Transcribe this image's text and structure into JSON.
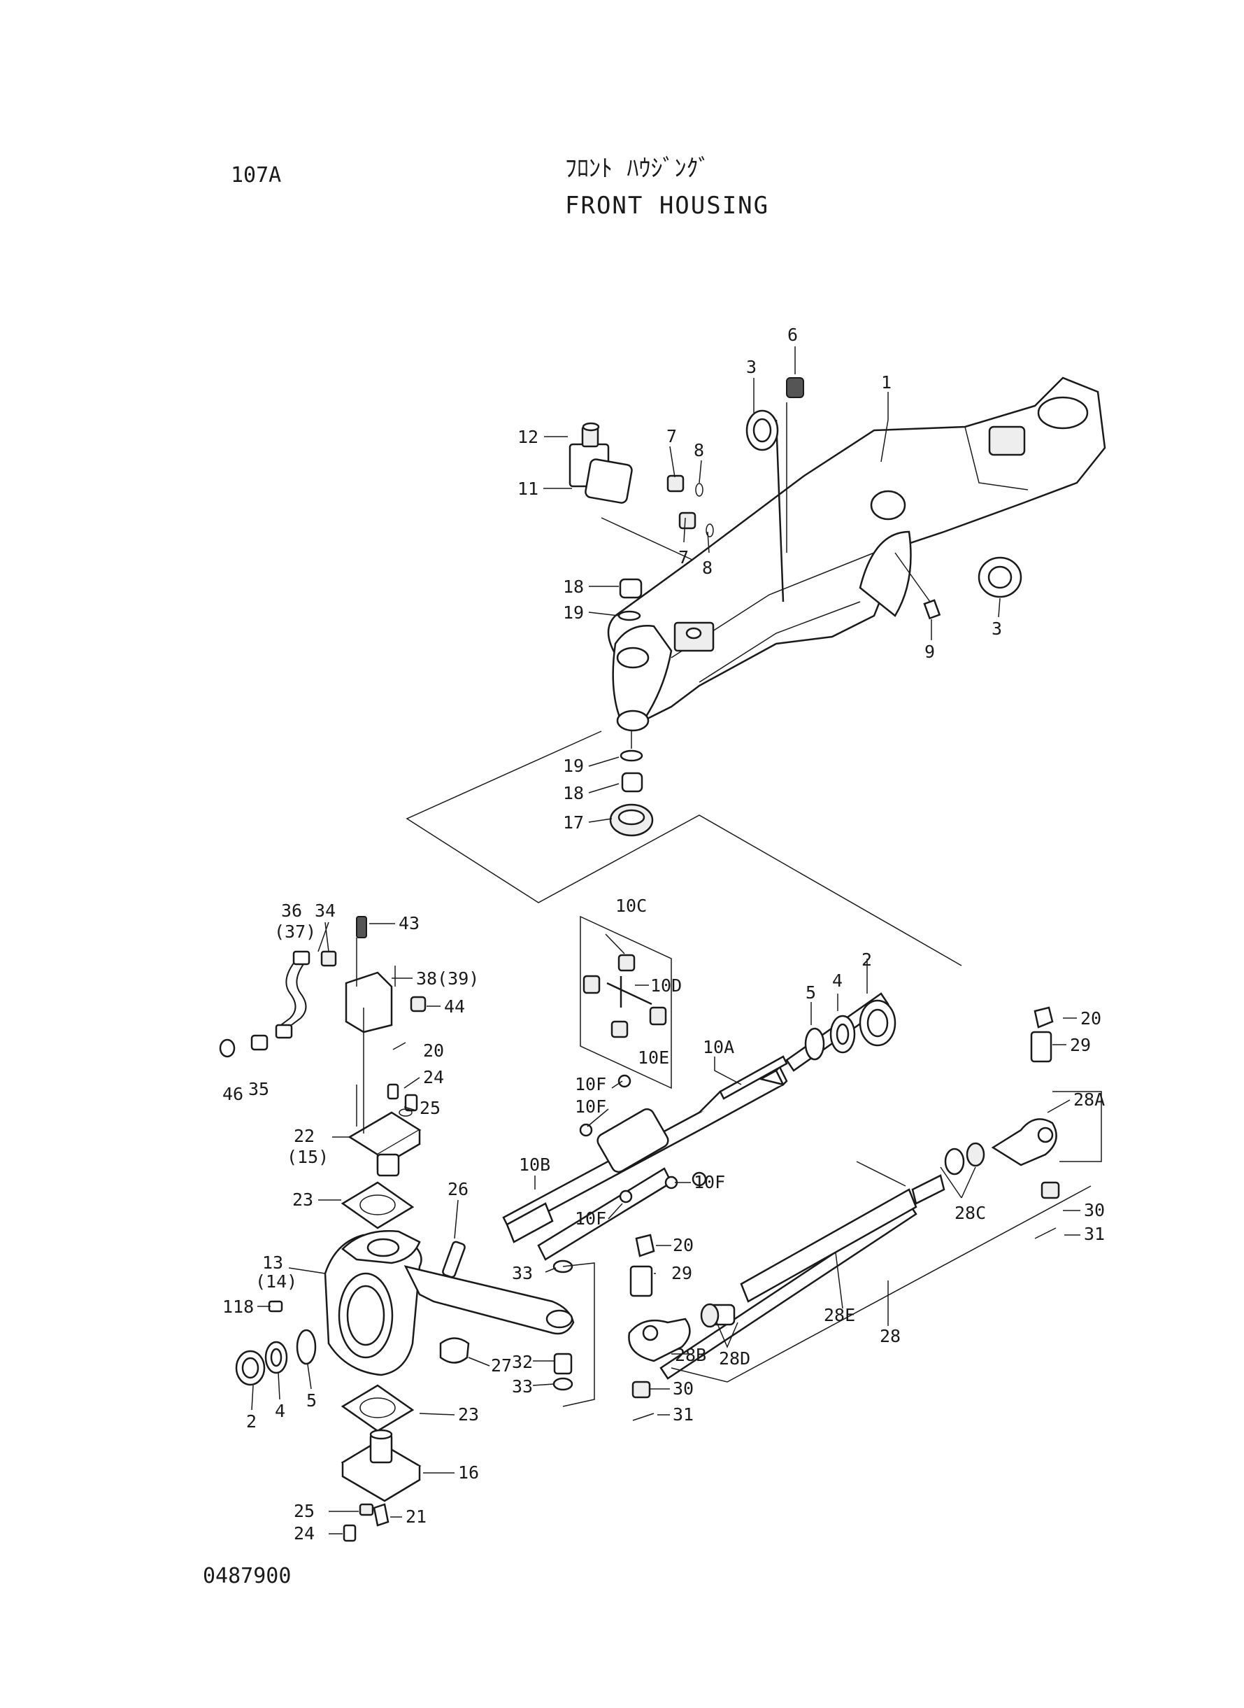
{
  "header": {
    "page_code": "107A",
    "title_jp": "ﾌﾛﾝﾄ ﾊｳｼﾞﾝｸﾞ",
    "title_en": "FRONT HOUSING"
  },
  "footer": {
    "drawing_number": "0487900"
  },
  "callouts": [
    {
      "id": "c6",
      "text": "6"
    },
    {
      "id": "c3a",
      "text": "3"
    },
    {
      "id": "c1",
      "text": "1"
    },
    {
      "id": "c12",
      "text": "12"
    },
    {
      "id": "c7a",
      "text": "7"
    },
    {
      "id": "c8a",
      "text": "8"
    },
    {
      "id": "c11",
      "text": "11"
    },
    {
      "id": "c7b",
      "text": "7"
    },
    {
      "id": "c8b",
      "text": "8"
    },
    {
      "id": "c18a",
      "text": "18"
    },
    {
      "id": "c19a",
      "text": "19"
    },
    {
      "id": "c9",
      "text": "9"
    },
    {
      "id": "c3b",
      "text": "3"
    },
    {
      "id": "c19b",
      "text": "19"
    },
    {
      "id": "c18b",
      "text": "18"
    },
    {
      "id": "c17",
      "text": "17"
    },
    {
      "id": "c36",
      "text": "36"
    },
    {
      "id": "c37",
      "text": "(37)"
    },
    {
      "id": "c34",
      "text": "34"
    },
    {
      "id": "c43",
      "text": "43"
    },
    {
      "id": "c10c",
      "text": "10C"
    },
    {
      "id": "c38",
      "text": "38(39)"
    },
    {
      "id": "c10d",
      "text": "10D"
    },
    {
      "id": "c44",
      "text": "44"
    },
    {
      "id": "c5a",
      "text": "5"
    },
    {
      "id": "c4a",
      "text": "4"
    },
    {
      "id": "c2a",
      "text": "2"
    },
    {
      "id": "c20a",
      "text": "20"
    },
    {
      "id": "c20b",
      "text": "20"
    },
    {
      "id": "c10e",
      "text": "10E"
    },
    {
      "id": "c10a",
      "text": "10A"
    },
    {
      "id": "c29a",
      "text": "29"
    },
    {
      "id": "c46",
      "text": "46"
    },
    {
      "id": "c35",
      "text": "35"
    },
    {
      "id": "c24a",
      "text": "24"
    },
    {
      "id": "c10fa",
      "text": "10F"
    },
    {
      "id": "c25a",
      "text": "25"
    },
    {
      "id": "c10fb",
      "text": "10F"
    },
    {
      "id": "c28a",
      "text": "28A"
    },
    {
      "id": "c22",
      "text": "22"
    },
    {
      "id": "c15",
      "text": "(15)"
    },
    {
      "id": "c10b",
      "text": "10B"
    },
    {
      "id": "c10fc",
      "text": "10F"
    },
    {
      "id": "c26",
      "text": "26"
    },
    {
      "id": "c23a",
      "text": "23"
    },
    {
      "id": "c30a",
      "text": "30"
    },
    {
      "id": "c28c",
      "text": "28C"
    },
    {
      "id": "c31a",
      "text": "31"
    },
    {
      "id": "c10fd",
      "text": "10F"
    },
    {
      "id": "c20c",
      "text": "20"
    },
    {
      "id": "c13",
      "text": "13"
    },
    {
      "id": "c14",
      "text": "(14)"
    },
    {
      "id": "c29b",
      "text": "29"
    },
    {
      "id": "c33a",
      "text": "33"
    },
    {
      "id": "c28e",
      "text": "28E"
    },
    {
      "id": "c118",
      "text": "118"
    },
    {
      "id": "c28",
      "text": "28"
    },
    {
      "id": "c28d",
      "text": "28D"
    },
    {
      "id": "c28b",
      "text": "28B"
    },
    {
      "id": "c32",
      "text": "32"
    },
    {
      "id": "c27",
      "text": "27"
    },
    {
      "id": "c33b",
      "text": "33"
    },
    {
      "id": "c30b",
      "text": "30"
    },
    {
      "id": "c5b",
      "text": "5"
    },
    {
      "id": "c4b",
      "text": "4"
    },
    {
      "id": "c2b",
      "text": "2"
    },
    {
      "id": "c23b",
      "text": "23"
    },
    {
      "id": "c31b",
      "text": "31"
    },
    {
      "id": "c16",
      "text": "16"
    },
    {
      "id": "c25b",
      "text": "25"
    },
    {
      "id": "c21",
      "text": "21"
    },
    {
      "id": "c24b",
      "text": "24"
    }
  ]
}
